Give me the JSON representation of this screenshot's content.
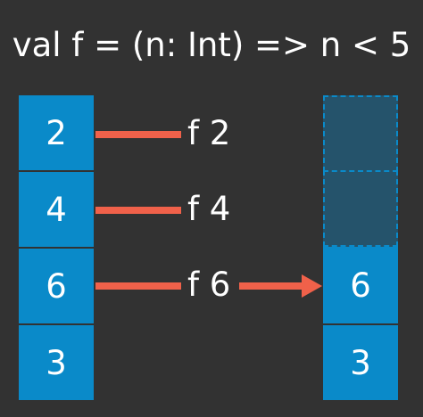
{
  "title": "val f = (n: Int) => n < 5",
  "input": [
    "2",
    "4",
    "6",
    "3"
  ],
  "calls": [
    "f 2",
    "f 4",
    "f 6"
  ],
  "output": [
    "",
    "",
    "6",
    "3"
  ],
  "colors": {
    "background": "#323232",
    "cell": "#0a8ac9",
    "ghost_cell": "#25536b",
    "arrow": "#f0614a"
  }
}
